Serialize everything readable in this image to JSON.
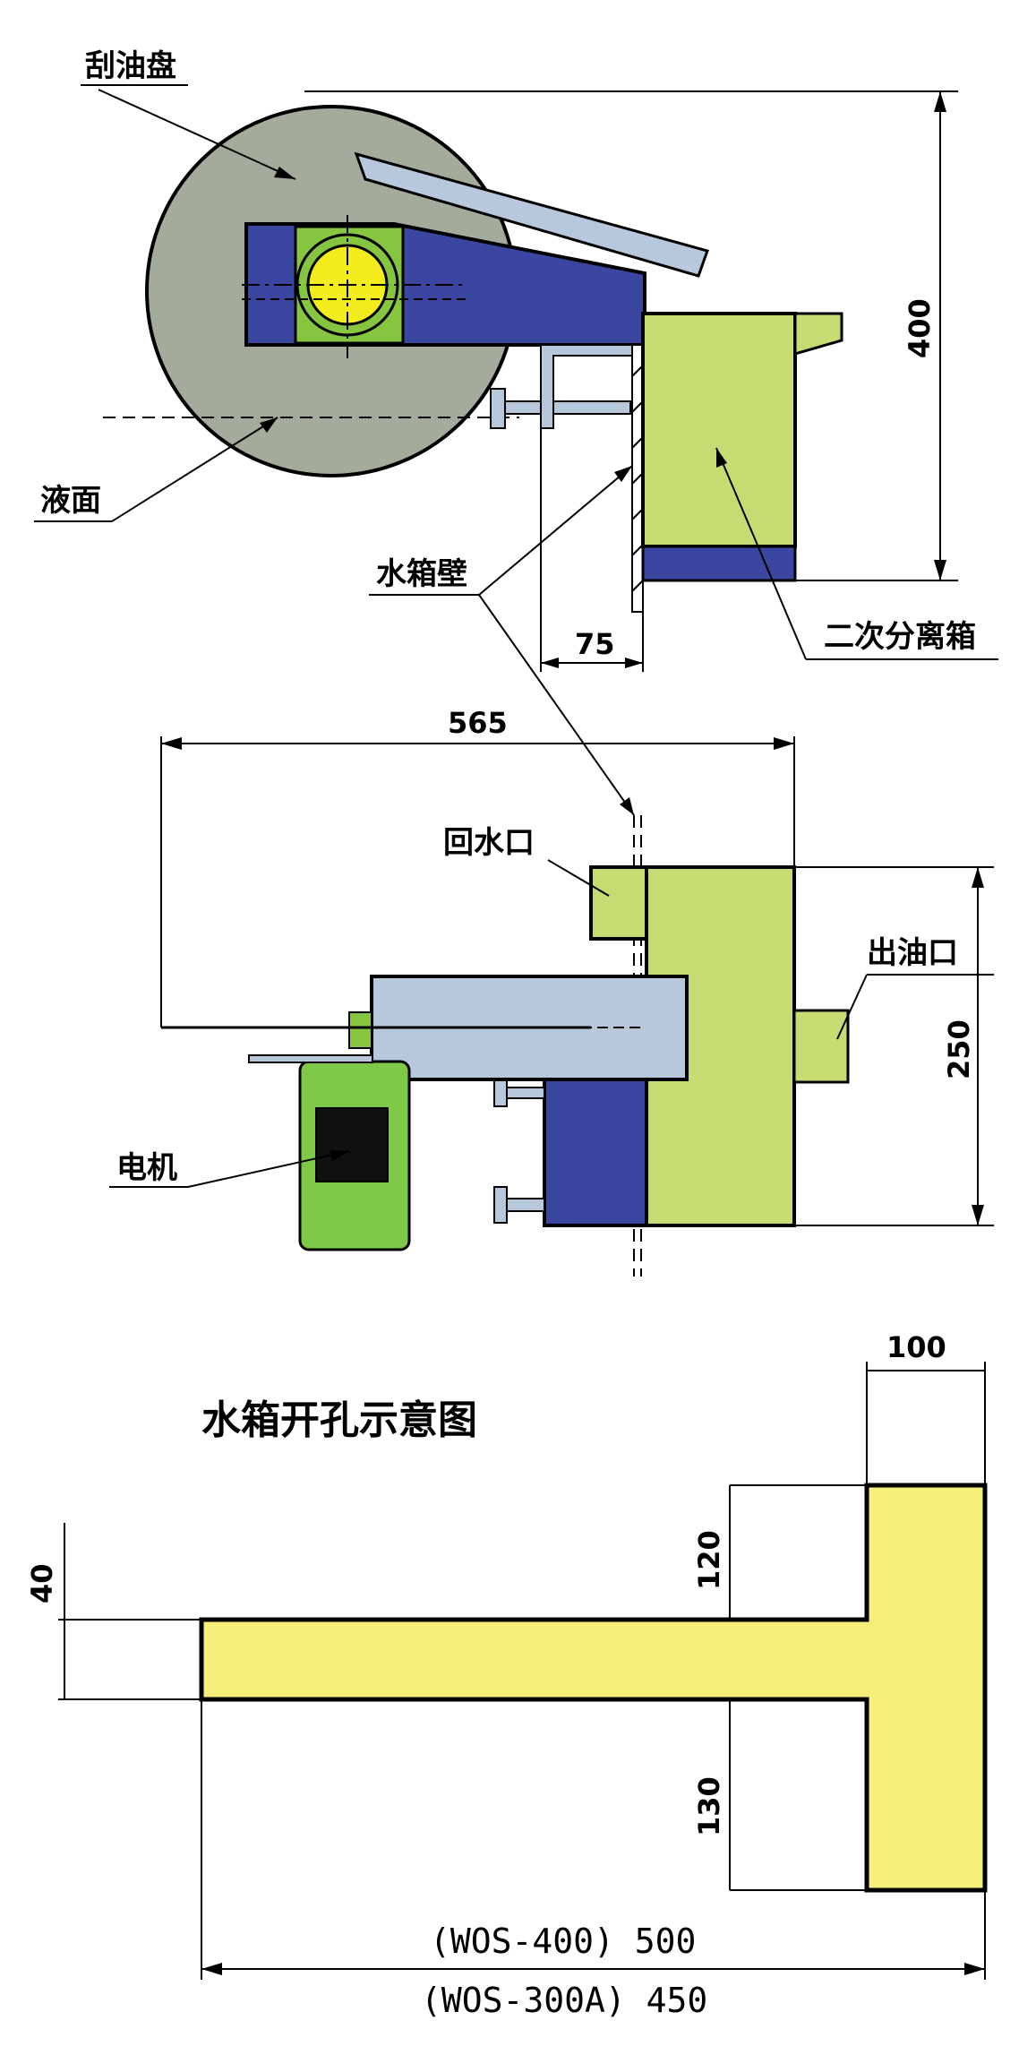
{
  "labels": {
    "skimmer_disc": "刮油盘",
    "liquid_level": "液面",
    "tank_wall": "水箱壁",
    "secondary_separator": "二次分离箱",
    "return_port": "回水口",
    "oil_outlet": "出油口",
    "motor": "电机",
    "opening_title": "水箱开孔示意图"
  },
  "dimensions": {
    "d400": "400",
    "d75": "75",
    "d565": "565",
    "d250": "250",
    "d100": "100",
    "d40": "40",
    "d120": "120",
    "d130": "130",
    "wos400": "(WOS-400) 500",
    "wos300a": "(WOS-300A) 450"
  },
  "colors": {
    "disc_gray": "#a3ab9a",
    "bracket_blue": "#3a469f",
    "bearing_green": "#86c540",
    "bearing_yellow": "#f3ec1c",
    "box_green": "#c4dc72",
    "scraper_blue": "#b8c8dc",
    "motor_green": "#7ec948",
    "opening_yellow": "#f5ee78"
  }
}
